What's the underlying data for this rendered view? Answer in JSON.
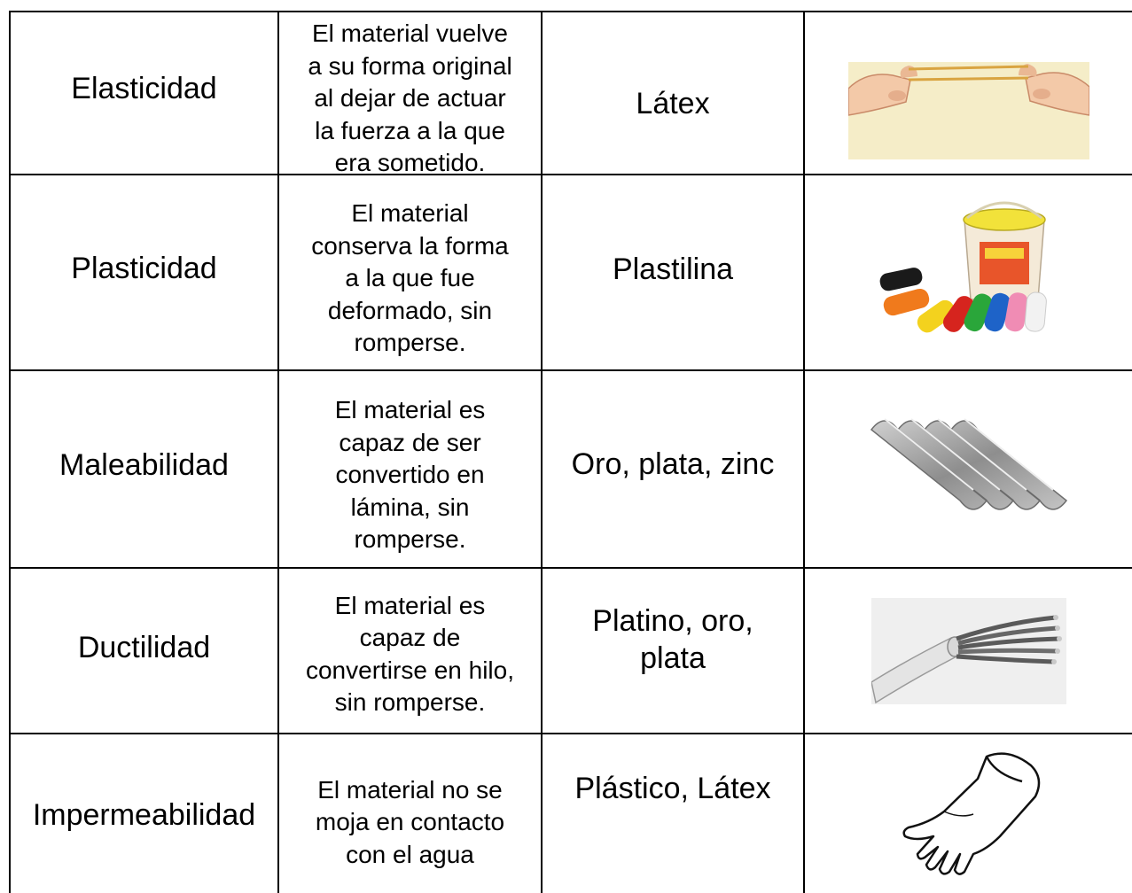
{
  "rows": [
    {
      "property": "Elasticidad",
      "description": [
        "El material vuelve",
        "a su forma original",
        "al dejar de actuar",
        "la fuerza a la que",
        "era sometido."
      ],
      "example": [
        "Látex"
      ],
      "icon": "rubber-band-stretched-icon"
    },
    {
      "property": "Plasticidad",
      "description": [
        "El material",
        "conserva la forma",
        "a la que fue",
        "deformado, sin",
        "romperse."
      ],
      "example": [
        "Plastilina"
      ],
      "icon": "plasticine-bucket-icon"
    },
    {
      "property": "Maleabilidad",
      "description": [
        "El material es",
        "capaz de ser",
        "convertido en",
        "lámina, sin",
        "romperse."
      ],
      "example": [
        "Oro, plata, zinc"
      ],
      "icon": "corrugated-sheet-icon"
    },
    {
      "property": "Ductilidad",
      "description": [
        "El material es",
        "capaz de",
        "convertirse en hilo,",
        "sin romperse."
      ],
      "example": [
        "Platino, oro,",
        "plata"
      ],
      "icon": "wire-cable-icon"
    },
    {
      "property": "Impermeabilidad",
      "description": [
        "El material no se",
        "moja en contacto",
        "con el agua"
      ],
      "example": [
        "Plástico, Látex"
      ],
      "icon": "rubber-glove-icon"
    }
  ],
  "colors": {
    "border": "#000000",
    "rubber_band": "#d9a441",
    "skin": "#f3c9a8",
    "bucket_lid": "#f2e23a",
    "clay": [
      "#1a1a1a",
      "#f07a1c",
      "#f3d21e",
      "#d6241e",
      "#2aa63a",
      "#1e63c8",
      "#f08cb4",
      "#f2f2f2"
    ],
    "sheet_metal": "#a9a9a9"
  }
}
